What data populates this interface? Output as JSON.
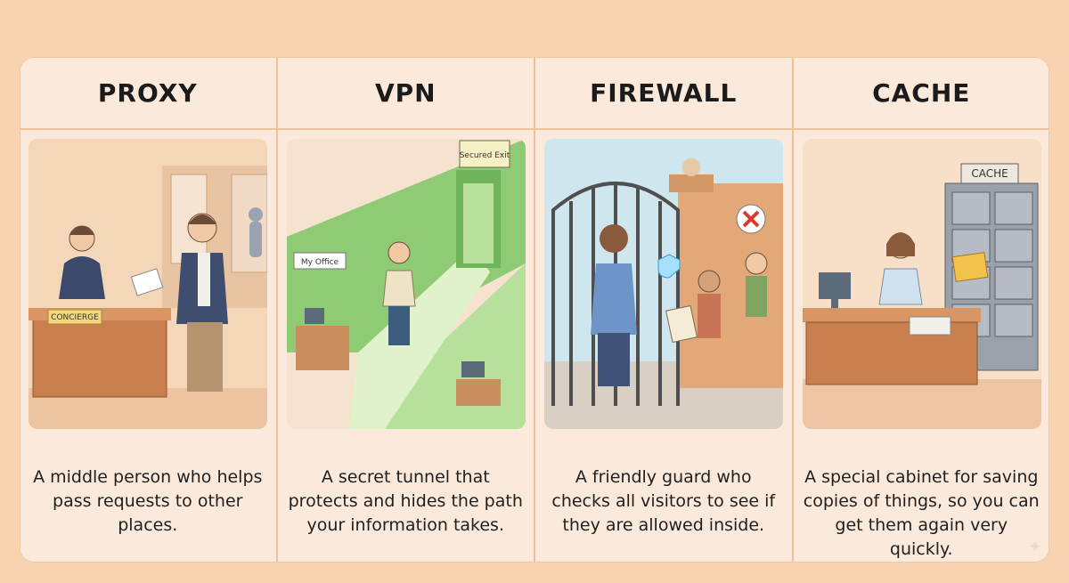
{
  "panels": [
    {
      "id": "proxy",
      "title": "PROXY",
      "sign_label": "CONCIERGE",
      "description": "A middle person who helps pass requests to other places."
    },
    {
      "id": "vpn",
      "title": "VPN",
      "sign_exit": "Secured Exit",
      "sign_office": "My Office",
      "description": "A secret tunnel that protects and hides the path your information takes."
    },
    {
      "id": "firewall",
      "title": "FIREWALL",
      "description": "A friendly guard who checks all visitors to see if they are allowed inside."
    },
    {
      "id": "cache",
      "title": "CACHE",
      "cabinet_label": "CACHE",
      "description": "A special cabinet for saving copies of things, so you can get them again very quickly."
    }
  ],
  "colors": {
    "background": "#f7d3b0",
    "board": "#fbeadb",
    "divider": "#efc29b",
    "tunnel_green": "#8fca74"
  }
}
